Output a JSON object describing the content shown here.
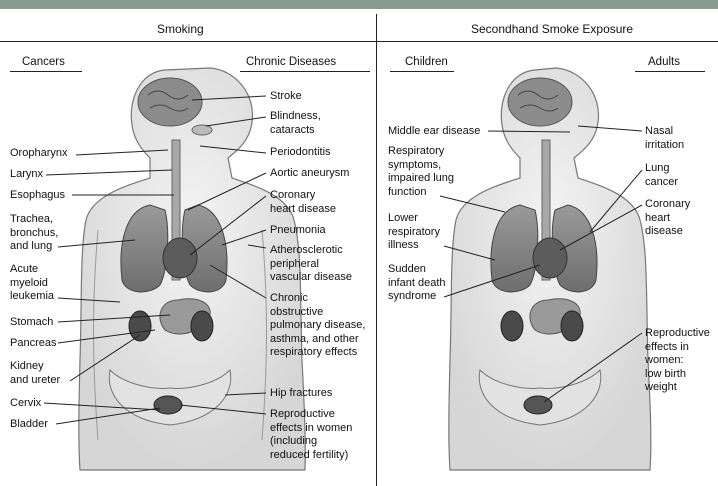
{
  "panels": {
    "smoking": {
      "title": "Smoking",
      "left_header": "Cancers",
      "right_header": "Chronic Diseases",
      "left_labels": [
        [
          "Oropharynx"
        ],
        [
          "Larynx"
        ],
        [
          "Esophagus"
        ],
        [
          "Trachea,",
          "bronchus,",
          "and lung"
        ],
        [
          "Acute",
          "myeloid",
          "leukemia"
        ],
        [
          "Stomach"
        ],
        [
          "Pancreas"
        ],
        [
          "Kidney",
          "and ureter"
        ],
        [
          "Cervix"
        ],
        [
          "Bladder"
        ]
      ],
      "right_labels": [
        [
          "Stroke"
        ],
        [
          "Blindness,",
          "cataracts"
        ],
        [
          "Periodontitis"
        ],
        [
          "Aortic aneurysm"
        ],
        [
          "Coronary",
          "heart disease"
        ],
        [
          "Pneumonia"
        ],
        [
          "Atherosclerotic",
          "peripheral",
          "vascular disease"
        ],
        [
          "Chronic",
          "obstructive",
          "pulmonary disease,",
          "asthma, and other",
          "respiratory effects"
        ],
        [
          "Hip fractures"
        ],
        [
          "Reproductive",
          "effects in women",
          "(including",
          "reduced fertility)"
        ]
      ]
    },
    "secondhand": {
      "title": "Secondhand Smoke Exposure",
      "left_header": "Children",
      "right_header": "Adults",
      "left_labels": [
        [
          "Middle ear disease"
        ],
        [
          "Respiratory",
          "symptoms,",
          "impaired lung",
          "function"
        ],
        [
          "Lower",
          "respiratory",
          "illness"
        ],
        [
          "Sudden",
          "infant death",
          "syndrome"
        ]
      ],
      "right_labels": [
        [
          "Nasal",
          "irritation"
        ],
        [
          "Lung",
          "cancer"
        ],
        [
          "Coronary",
          "heart",
          "disease"
        ],
        [
          "Reproductive",
          "effects in",
          "women:",
          "low birth",
          "weight"
        ]
      ]
    }
  }
}
